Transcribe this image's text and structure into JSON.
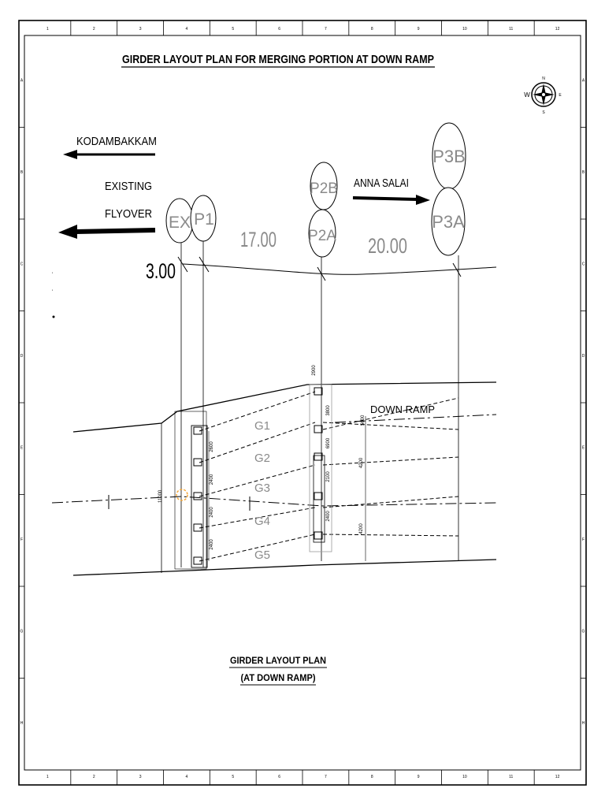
{
  "title": "GIRDER LAYOUT PLAN FOR MERGING PORTION AT DOWN RAMP",
  "caption": {
    "line1": "GIRDER LAYOUT PLAN",
    "line2": "(AT DOWN RAMP)"
  },
  "border": {
    "columns": [
      "1",
      "2",
      "3",
      "4",
      "5",
      "6",
      "7",
      "8",
      "9",
      "10",
      "11",
      "12"
    ],
    "rows": [
      "A",
      "B",
      "C",
      "D",
      "E",
      "F",
      "G",
      "H"
    ]
  },
  "directions": {
    "left": "KODAMBAKKAM",
    "right": "ANNA SALAI"
  },
  "existing_flyover": {
    "line1": "EXISTING",
    "line2": "FLYOVER"
  },
  "piers": {
    "ex": "EX",
    "p1": "P1",
    "p2a": "P2A",
    "p2b": "P2B",
    "p3a": "P3A",
    "p3b": "P3B"
  },
  "spans": {
    "ex_p1": "3.00",
    "p1_p2": "17.00",
    "p2_p3": "20.00"
  },
  "down_ramp": "DOWN RAMP",
  "girders": [
    "G1",
    "G2",
    "G3",
    "G4",
    "G5"
  ],
  "dims": {
    "left_spacing": [
      "2600",
      "2400",
      "2400",
      "2400"
    ],
    "left_overall": "11000",
    "mid_spacing": [
      "3800",
      "6900",
      "2100",
      "2400"
    ],
    "mid_top": "2900",
    "right_spacing": [
      "4200",
      "4200"
    ],
    "right_top": "5600"
  },
  "compass": {
    "north": "N",
    "east": "E",
    "west": "W",
    "south": "S"
  },
  "colors": {
    "ink": "#000000",
    "grey_text": "#8a8a8a",
    "highlight": "#f3a73b"
  }
}
